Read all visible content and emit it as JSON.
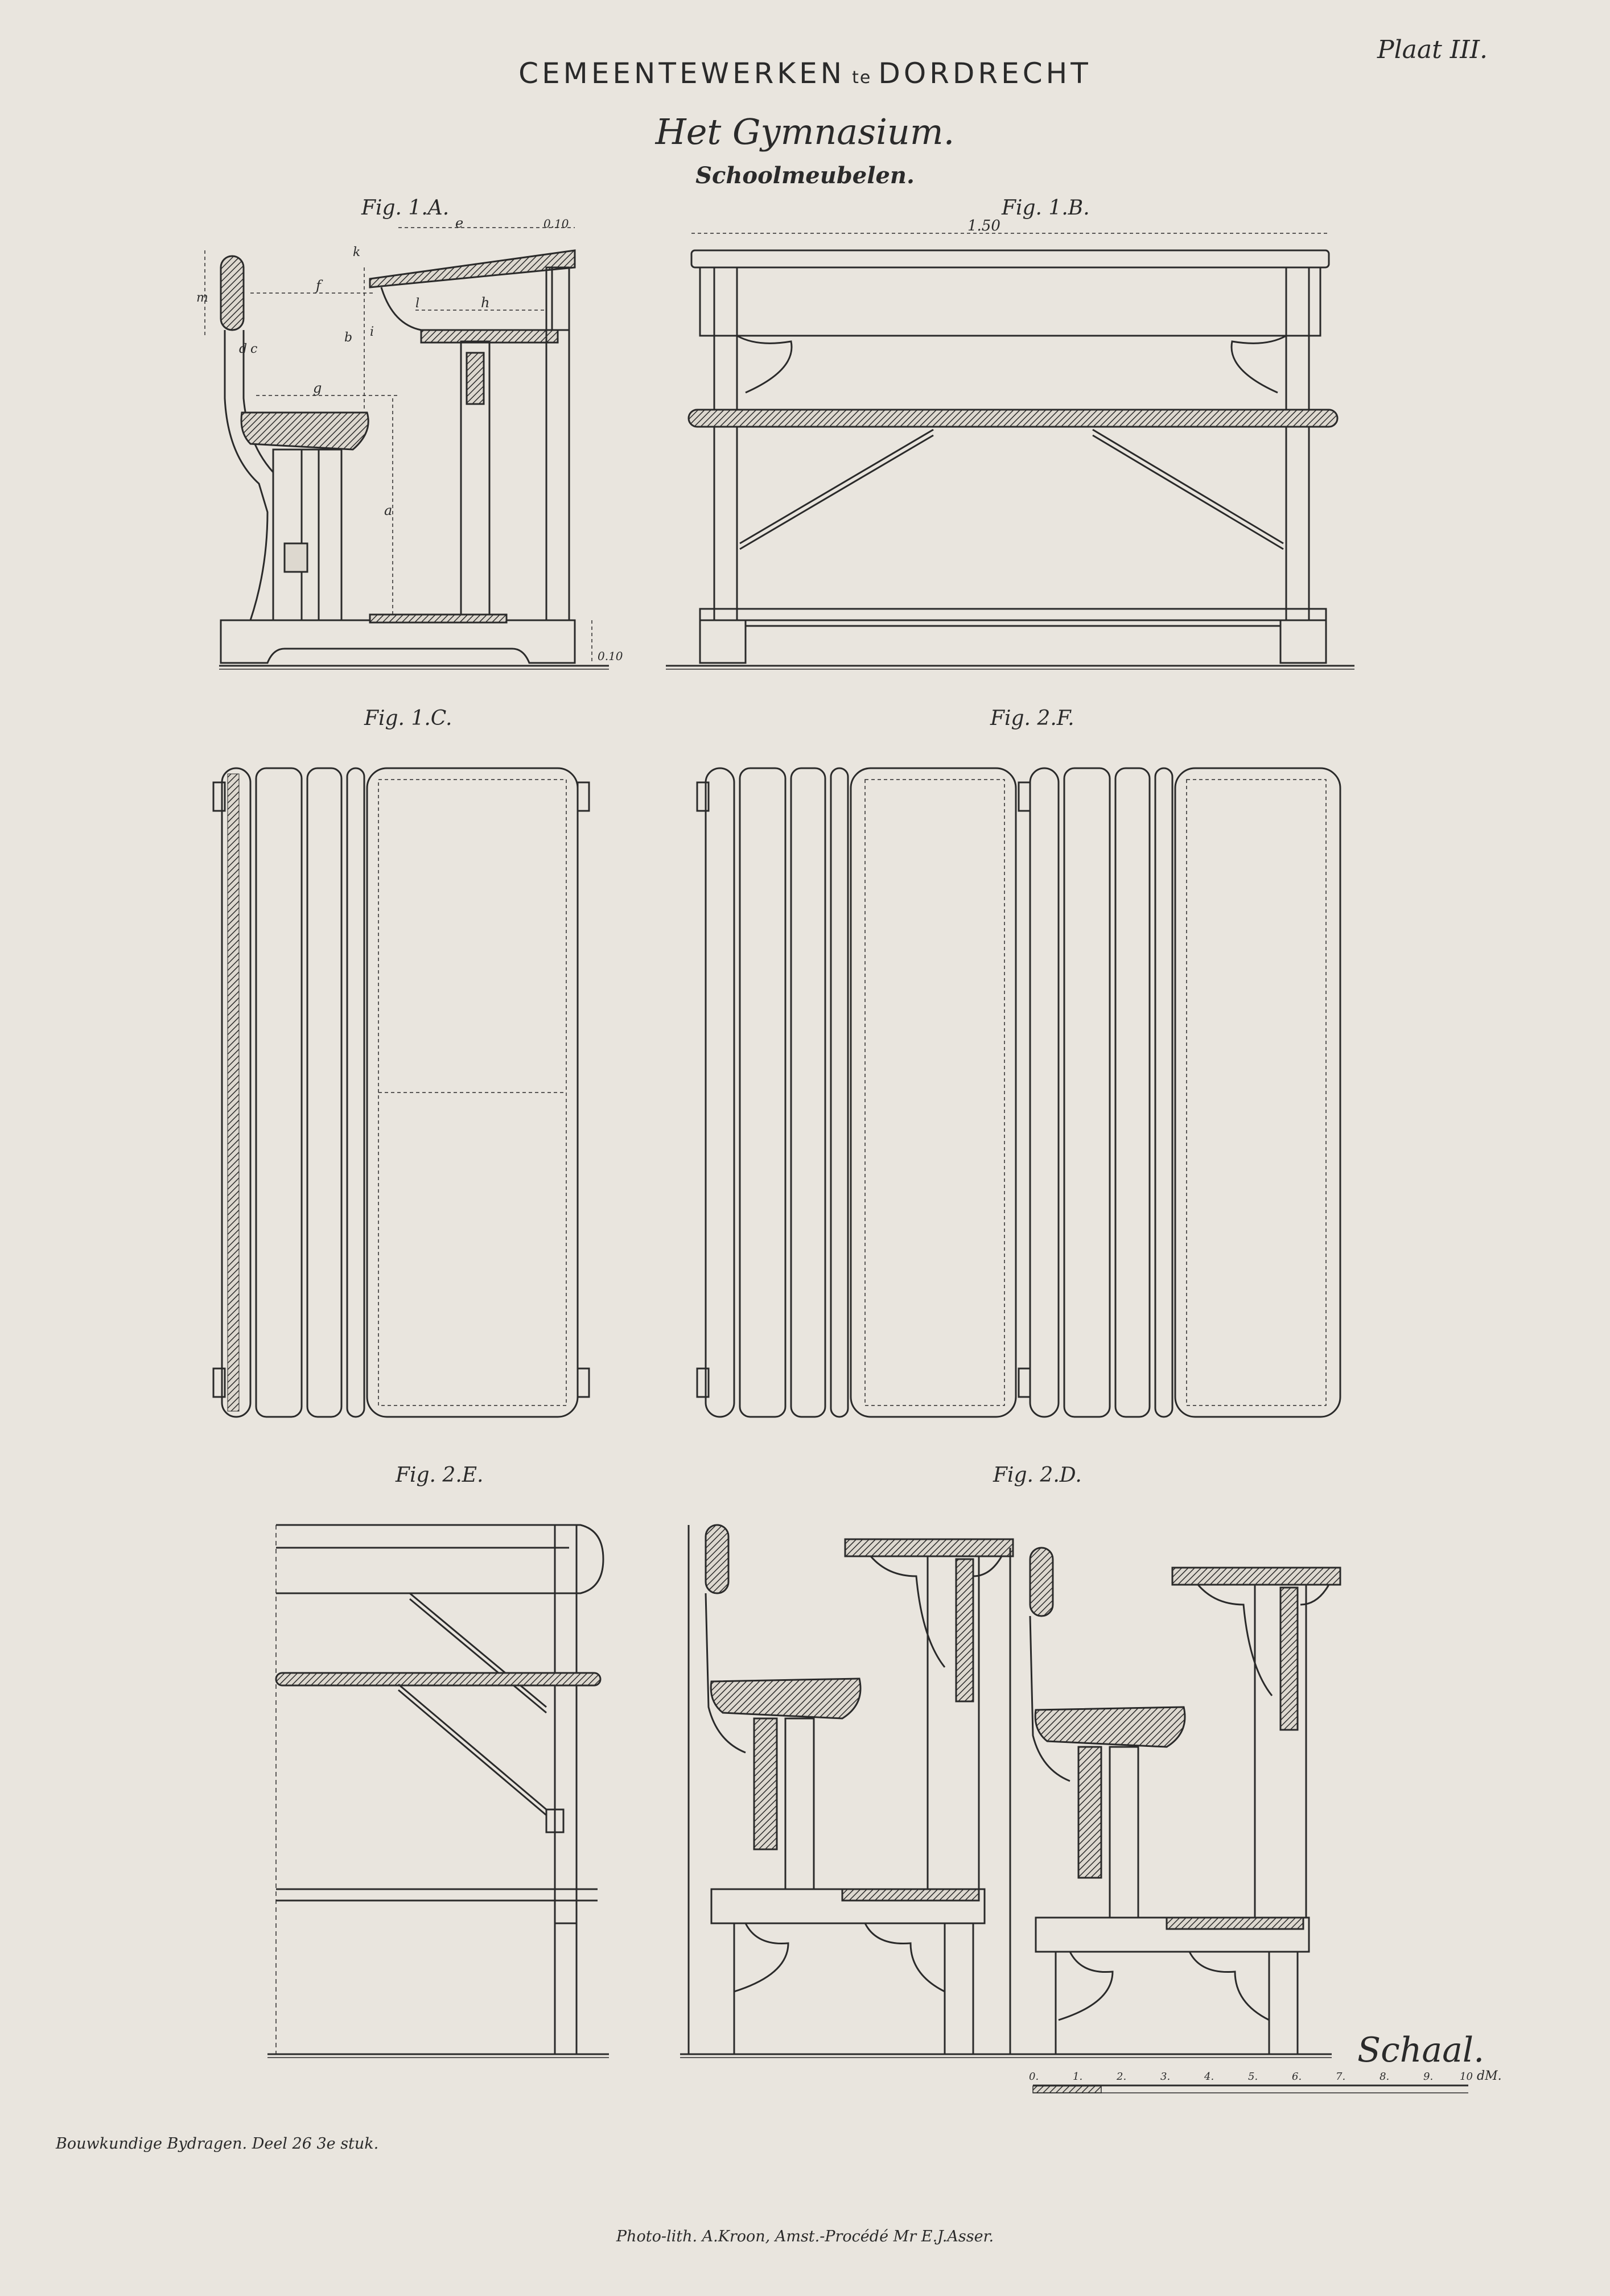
{
  "plate_label": "Plaat III.",
  "header": {
    "line1_a": "CEMEENTEWERKEN",
    "line1_te": "te",
    "line1_b": "DORDRECHT",
    "subtitle": "Het Gymnasium.",
    "subject": "Schoolmeubelen."
  },
  "figures": {
    "fig_1a": "Fig. 1.A.",
    "fig_1b": "Fig. 1.B.",
    "fig_1c": "Fig. 1.C.",
    "fig_2f": "Fig. 2.F.",
    "fig_2e": "Fig. 2.E.",
    "fig_2d": "Fig. 2.D."
  },
  "dimensions": {
    "total_width": "1.50",
    "e": "e",
    "d_top": "0.10",
    "f": "f",
    "g": "g",
    "h": "h",
    "a": "a",
    "b": "b",
    "c": "c",
    "d": "d",
    "i": "i",
    "k": "k",
    "l": "l",
    "m": "m",
    "base": "0.10"
  },
  "scale": {
    "title": "Schaal.",
    "ticks": [
      "0.",
      "1.",
      "2.",
      "3.",
      "4.",
      "5.",
      "6.",
      "7.",
      "8.",
      "9.",
      "10"
    ],
    "unit": "dM."
  },
  "footer": {
    "source": "Bouwkundige Bydragen. Deel 26  3e stuk.",
    "printer": "Photo-lith. A.Kroon, Amst.-Procédé Mr E.J.Asser."
  }
}
